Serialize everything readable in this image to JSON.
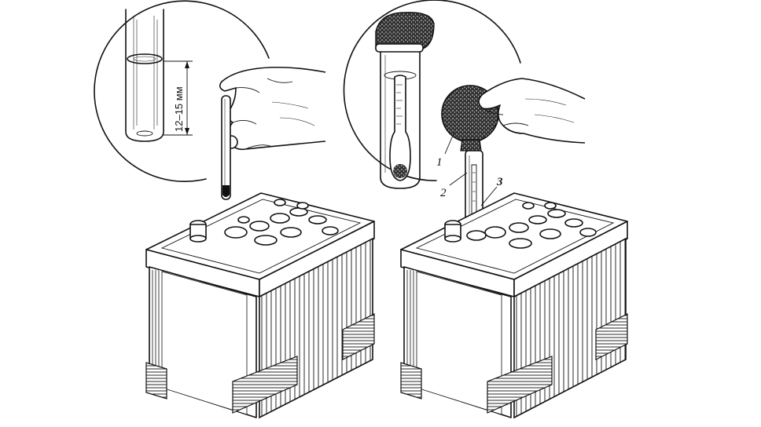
{
  "figure": {
    "measurement_label": "12–15 мм",
    "callouts": [
      "1",
      "2",
      "3"
    ]
  },
  "colors": {
    "ink": "#111111",
    "paper": "#ffffff"
  },
  "icons": [
    "battery-left",
    "battery-right",
    "glass-tube",
    "hydrometer",
    "rubber-bulb",
    "hand"
  ]
}
